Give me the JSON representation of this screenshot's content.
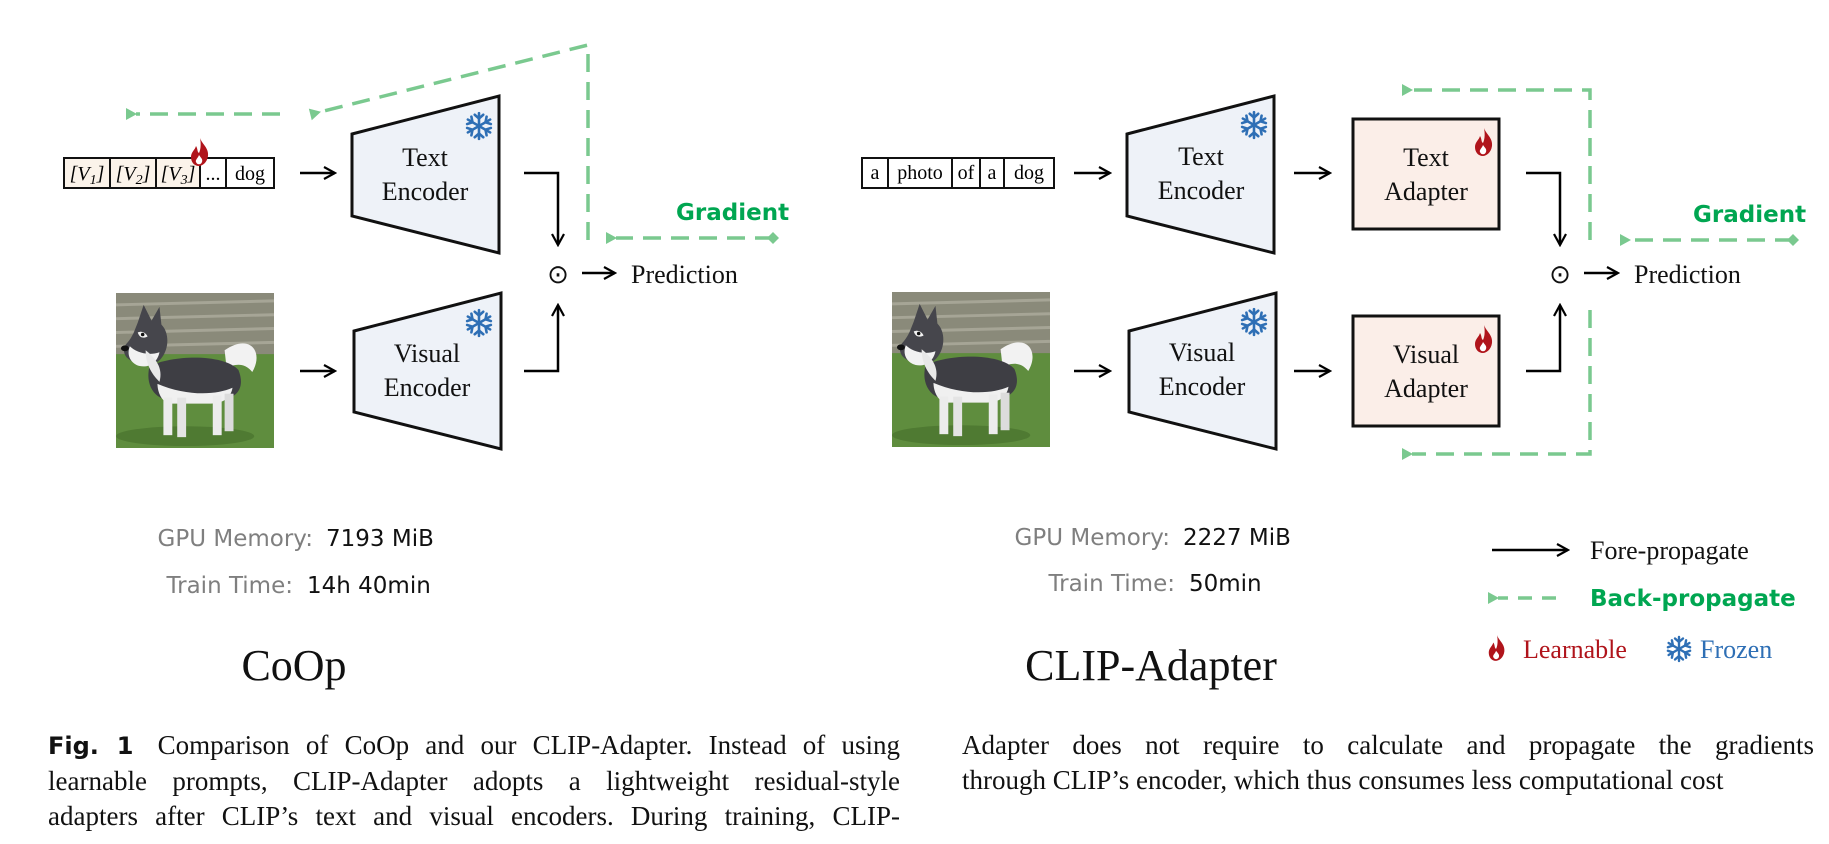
{
  "colors": {
    "green": "#00a651",
    "green_dashed": "#7ac98f",
    "red": "#b0141b",
    "blue": "#2e6fb5",
    "encoder_fill": "#eef2f8",
    "adapter_fill": "#fbeee8",
    "prompt_fill": "#fbf3ea",
    "gray": "#7f7f7f"
  },
  "coop": {
    "prompt_tokens": [
      "[V1]",
      "[V2]",
      "[V3]",
      "...",
      "dog"
    ],
    "text_encoder": [
      "Text",
      "Encoder"
    ],
    "visual_encoder": [
      "Visual",
      "Encoder"
    ],
    "dot_op": "⊙",
    "prediction": "Prediction",
    "gradient": "Gradient",
    "gpu_memory_label": "GPU Memory:",
    "gpu_memory_value": "7193 MiB",
    "train_time_label": "Train Time:",
    "train_time_value": "14h 40min",
    "title": "CoOp"
  },
  "clip_adapter": {
    "prompt_tokens": [
      "a",
      "photo",
      "of",
      "a",
      "dog"
    ],
    "text_encoder": [
      "Text",
      "Encoder"
    ],
    "visual_encoder": [
      "Visual",
      "Encoder"
    ],
    "text_adapter": [
      "Text",
      "Adapter"
    ],
    "visual_adapter": [
      "Visual",
      "Adapter"
    ],
    "dot_op": "⊙",
    "prediction": "Prediction",
    "gradient": "Gradient",
    "gpu_memory_label": "GPU Memory:",
    "gpu_memory_value": "2227 MiB",
    "train_time_label": "Train Time:",
    "train_time_value": "50min",
    "title": "CLIP-Adapter"
  },
  "legend": {
    "fore": "Fore-propagate",
    "back": "Back-propagate",
    "learnable": "Learnable",
    "frozen": "Frozen"
  },
  "icons": {
    "flame": "flame-icon",
    "snowflake": "snowflake-icon",
    "dog_photo": "dog-photo"
  },
  "caption": {
    "label": "Fig. 1",
    "left_lines": [
      "Comparison of CoOp and our CLIP-Adapter. Instead of using",
      "learnable prompts, CLIP-Adapter adopts a lightweight residual-style",
      "adapters after CLIP’s text and visual encoders. During training, CLIP-"
    ],
    "right_lines": [
      "Adapter does not require to calculate and propagate the gradients",
      "through CLIP’s encoder, which thus consumes less computational cost"
    ]
  }
}
